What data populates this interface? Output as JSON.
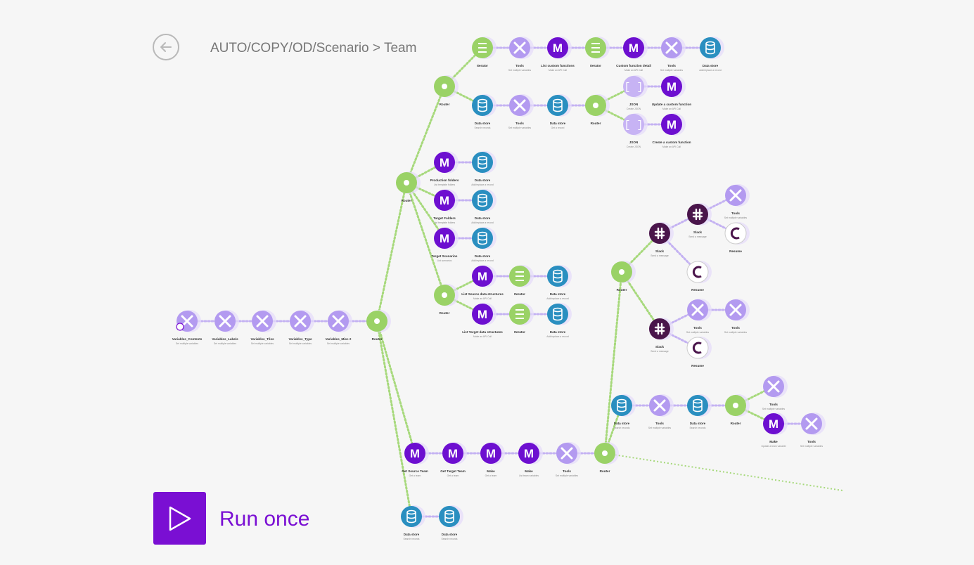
{
  "header": {
    "back_label": "Back",
    "breadcrumb_path": "AUTO/COPY/OD/Scenario",
    "breadcrumb_separator": ">",
    "breadcrumb_current": "Team"
  },
  "run": {
    "label": "Run once"
  },
  "colors": {
    "make": "#6d0fd0",
    "tools": "#b39af0",
    "router": "#9ad266",
    "datastore": "#2a8fc0",
    "json": "#c7b3f4",
    "slack": "#4a154b",
    "resume": "#ffffff",
    "accent": "#7a0fd3"
  },
  "modules": [
    {
      "id": "v1",
      "type": "tools",
      "label": "Variables_Contents",
      "sub": "Set multiple variables",
      "trigger": true
    },
    {
      "id": "v2",
      "type": "tools",
      "label": "Variables_Labels",
      "sub": "Set multiple variables"
    },
    {
      "id": "v3",
      "type": "tools",
      "label": "Variables_Tiles",
      "sub": "Set multiple variables"
    },
    {
      "id": "v4",
      "type": "tools",
      "label": "Variables_Type",
      "sub": "Set multiple variables"
    },
    {
      "id": "v5",
      "type": "tools",
      "label": "Variables_Misc 2",
      "sub": "Set multiple variables"
    },
    {
      "id": "r0",
      "type": "router",
      "label": "Router",
      "sub": ""
    },
    {
      "id": "r1",
      "type": "router",
      "label": "Router",
      "sub": ""
    },
    {
      "id": "r2",
      "type": "router",
      "label": "Router",
      "sub": ""
    },
    {
      "id": "it1",
      "type": "iterator",
      "label": "Iterator",
      "sub": ""
    },
    {
      "id": "t1",
      "type": "tools",
      "label": "Tools",
      "sub": "Set multiple variables"
    },
    {
      "id": "m1",
      "type": "make",
      "label": "List custom functions",
      "sub": "Make an API Call"
    },
    {
      "id": "it2",
      "type": "iterator",
      "label": "Iterator",
      "sub": ""
    },
    {
      "id": "m2",
      "type": "make",
      "label": "Custom function detail",
      "sub": "Make an API Call"
    },
    {
      "id": "t2",
      "type": "tools",
      "label": "Tools",
      "sub": "Set multiple variables"
    },
    {
      "id": "d1",
      "type": "datastore",
      "label": "Data store",
      "sub": "Add/replace a record"
    },
    {
      "id": "d2",
      "type": "datastore",
      "label": "Data store",
      "sub": "Search records"
    },
    {
      "id": "t3",
      "type": "tools",
      "label": "Tools",
      "sub": "Set multiple variables"
    },
    {
      "id": "d3",
      "type": "datastore",
      "label": "Data store",
      "sub": "Get a record"
    },
    {
      "id": "r3",
      "type": "router",
      "label": "Router",
      "sub": ""
    },
    {
      "id": "j1",
      "type": "json",
      "label": "JSON",
      "sub": "Create JSON"
    },
    {
      "id": "m3",
      "type": "make",
      "label": "Update a custom function",
      "sub": "Make an API Call"
    },
    {
      "id": "j2",
      "type": "json",
      "label": "JSON",
      "sub": "Create JSON"
    },
    {
      "id": "m4",
      "type": "make",
      "label": "Create a custom function",
      "sub": "Make an API Call"
    },
    {
      "id": "m5",
      "type": "make",
      "label": "Production folders",
      "sub": "List template folders"
    },
    {
      "id": "d4",
      "type": "datastore",
      "label": "Data store",
      "sub": "Add/replace a record"
    },
    {
      "id": "m6",
      "type": "make",
      "label": "Target Folders",
      "sub": "List template folders"
    },
    {
      "id": "d5",
      "type": "datastore",
      "label": "Data store",
      "sub": "Add/replace a record"
    },
    {
      "id": "m7",
      "type": "make",
      "label": "Target Scenarios",
      "sub": "List scenarios"
    },
    {
      "id": "d6",
      "type": "datastore",
      "label": "Data store",
      "sub": "Add/replace a record"
    },
    {
      "id": "m8",
      "type": "make",
      "label": "List Source data structures",
      "sub": "Make an API Call"
    },
    {
      "id": "it3",
      "type": "iterator",
      "label": "Iterator",
      "sub": ""
    },
    {
      "id": "d7",
      "type": "datastore",
      "label": "Data store",
      "sub": "Add/replace a record"
    },
    {
      "id": "m9",
      "type": "make",
      "label": "List Target data structures",
      "sub": "Make an API Call"
    },
    {
      "id": "it4",
      "type": "iterator",
      "label": "Iterator",
      "sub": ""
    },
    {
      "id": "d8",
      "type": "datastore",
      "label": "Data store",
      "sub": "Add/replace a record"
    },
    {
      "id": "m10",
      "type": "make",
      "label": "Get Source Team",
      "sub": "Get a team"
    },
    {
      "id": "m11",
      "type": "make",
      "label": "Get Target Team",
      "sub": "Get a team"
    },
    {
      "id": "m12",
      "type": "make",
      "label": "Make",
      "sub": "Get a team"
    },
    {
      "id": "m13",
      "type": "make",
      "label": "Make",
      "sub": "List team variables"
    },
    {
      "id": "t4",
      "type": "tools",
      "label": "Tools",
      "sub": "Set multiple variables"
    },
    {
      "id": "r4",
      "type": "router",
      "label": "Router",
      "sub": ""
    },
    {
      "id": "d9",
      "type": "datastore",
      "label": "Data store",
      "sub": "Search records"
    },
    {
      "id": "d10",
      "type": "datastore",
      "label": "Data store",
      "sub": "Search records"
    },
    {
      "id": "r5",
      "type": "router",
      "label": "Router",
      "sub": ""
    },
    {
      "id": "s1",
      "type": "slack",
      "label": "Slack",
      "sub": "Send a message"
    },
    {
      "id": "s2",
      "type": "slack",
      "label": "Slack",
      "sub": "Send a message"
    },
    {
      "id": "t5",
      "type": "tools",
      "label": "Tools",
      "sub": "Set multiple variables"
    },
    {
      "id": "rs1",
      "type": "resume",
      "label": "Resume",
      "sub": ""
    },
    {
      "id": "rs2",
      "type": "resume",
      "label": "Resume",
      "sub": ""
    },
    {
      "id": "t6",
      "type": "tools",
      "label": "Tools",
      "sub": "Set multiple variables"
    },
    {
      "id": "t7",
      "type": "tools",
      "label": "Tools",
      "sub": "Set multiple variables"
    },
    {
      "id": "s3",
      "type": "slack",
      "label": "Slack",
      "sub": "Send a message"
    },
    {
      "id": "rs3",
      "type": "resume",
      "label": "Resume",
      "sub": ""
    },
    {
      "id": "d11",
      "type": "datastore",
      "label": "Data store",
      "sub": "Search records"
    },
    {
      "id": "t8",
      "type": "tools",
      "label": "Tools",
      "sub": "Set multiple variables"
    },
    {
      "id": "d12",
      "type": "datastore",
      "label": "Data store",
      "sub": "Search records"
    },
    {
      "id": "r6",
      "type": "router",
      "label": "Router",
      "sub": ""
    },
    {
      "id": "t9",
      "type": "tools",
      "label": "Tools",
      "sub": "Set multiple variables"
    },
    {
      "id": "m14",
      "type": "make",
      "label": "Make",
      "sub": "Update a team variable"
    },
    {
      "id": "t10",
      "type": "tools",
      "label": "Tools",
      "sub": "Set multiple variables"
    }
  ]
}
